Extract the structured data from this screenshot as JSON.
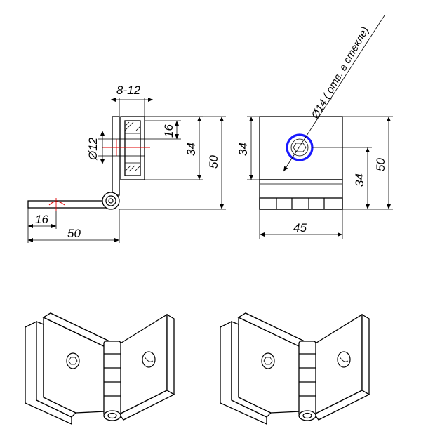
{
  "side_view": {
    "gap_dim": "8-12",
    "hole_dim": "Ø12",
    "dim_16_top": "16",
    "dim_34": "34",
    "dim_50": "50",
    "dim_16_bottom": "16",
    "dim_50_bottom": "50"
  },
  "front_view": {
    "dim_34_left": "34",
    "dim_34_right": "34",
    "dim_50": "50",
    "dim_45": "45",
    "hole_callout": "Ø14 ( отв. в стекле)"
  },
  "colors": {
    "line": "#000000",
    "hole_ring": "#1a1aff",
    "section_marker": "#e00000"
  },
  "icons": [
    "hinge-isometric-left",
    "hinge-isometric-right"
  ]
}
